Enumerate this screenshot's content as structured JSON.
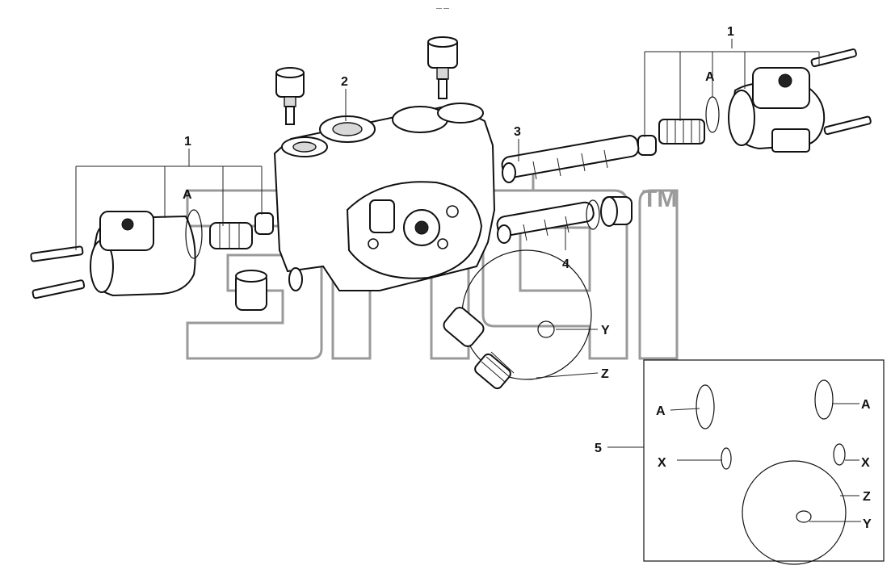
{
  "watermark": {
    "text": "элф",
    "tm": "TM",
    "color": "#9a9a9a"
  },
  "top_label": "— —",
  "callouts": {
    "c1_right": "1",
    "a_right": "A",
    "c2": "2",
    "c3": "3",
    "c4": "4",
    "c1_left": "1",
    "a_left": "A",
    "y_main": "Y",
    "z_main": "Z"
  },
  "kit": {
    "number": "5",
    "labels": {
      "a_left": "A",
      "a_right": "A",
      "x_left": "X",
      "x_right": "X",
      "z": "Z",
      "y": "Y"
    }
  }
}
